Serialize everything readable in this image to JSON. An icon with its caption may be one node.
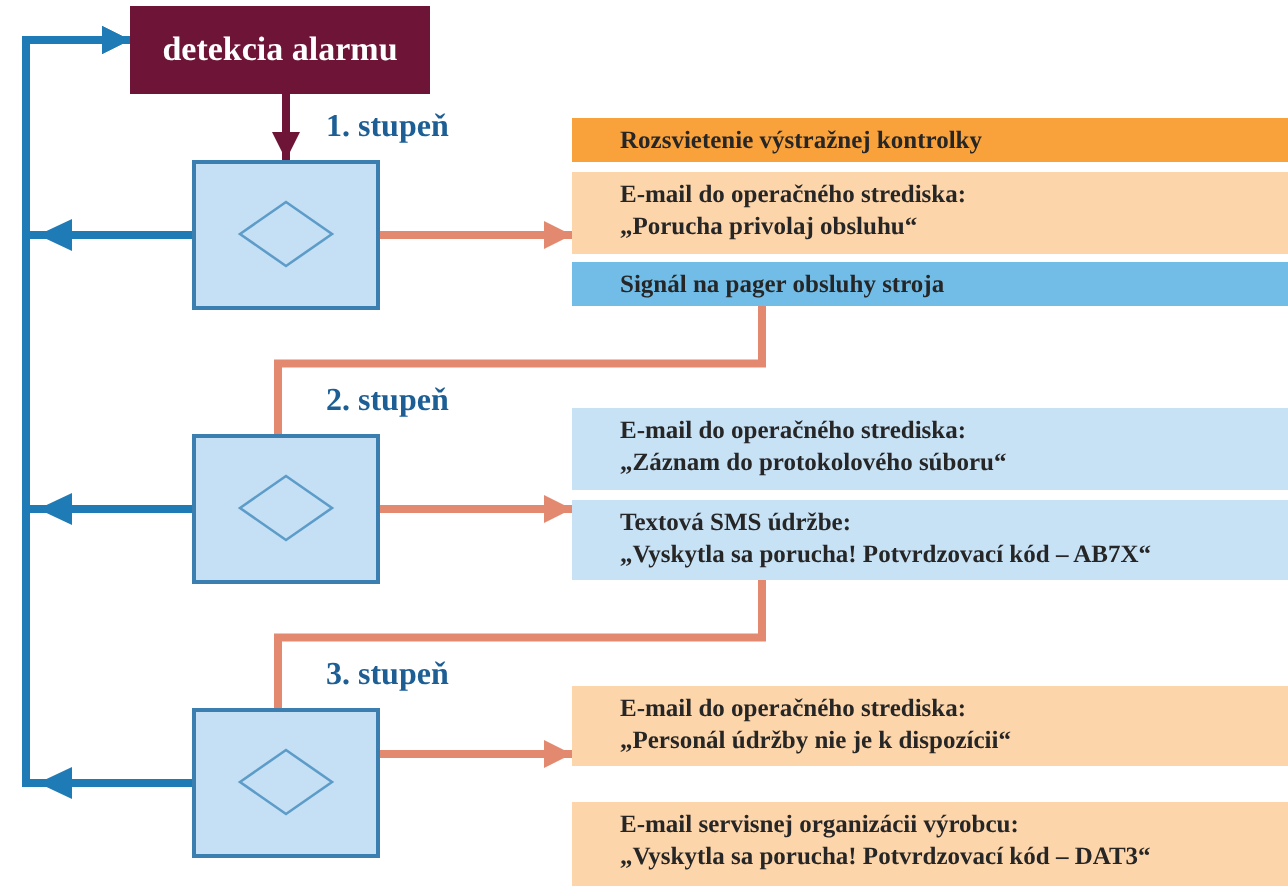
{
  "diagram": {
    "nodes": [
      {
        "text": [
          "detekcia alarmu"
        ]
      },
      {
        "text": [
          "1. stupeň"
        ]
      },
      {
        "text": [
          "2. stupeň"
        ]
      },
      {
        "text": [
          "3. stupeň"
        ]
      },
      {
        "text": [
          "Rozsvietenie výstražnej kontrolky"
        ]
      },
      {
        "text": [
          "E-mail do operačného strediska:",
          "„Porucha privolaj obsluhu“"
        ]
      },
      {
        "text": [
          "Signál na pager obsluhy stroja"
        ]
      },
      {
        "text": [
          "E-mail do operačného strediska:",
          "„Záznam do protokolového súboru“"
        ]
      },
      {
        "text": [
          "Textová SMS údržbe:",
          "„Vyskytla sa porucha! Potvrdzovací kód – AB7X“"
        ]
      },
      {
        "text": [
          "E-mail do operačného strediska:",
          "„Personál údržby nie je k dispozícii“"
        ]
      },
      {
        "text": [
          "E-mail servisnej organizácii výrobcu:",
          "„Vyskytla sa porucha! Potvrdzovací kód – DAT3“"
        ]
      }
    ],
    "edges": [
      {
        "from": 0,
        "to": 1,
        "arrow": "to",
        "color": "#6e1437"
      },
      {
        "from": 1,
        "to": 0,
        "arrow": "to",
        "color": "#1f7bb5"
      },
      {
        "from": 2,
        "to": 0,
        "arrow": "to",
        "color": "#1f7bb5"
      },
      {
        "from": 3,
        "to": 0,
        "arrow": "to",
        "color": "#1f7bb5"
      },
      {
        "from": 1,
        "to": 5,
        "arrow": "to"
      },
      {
        "from": 2,
        "to": 8,
        "arrow": "to"
      },
      {
        "from": 3,
        "to": 9,
        "arrow": "to"
      },
      {
        "from": 6,
        "to": 2,
        "arrow": "none"
      },
      {
        "from": 8,
        "to": 3,
        "arrow": "none"
      }
    ]
  }
}
